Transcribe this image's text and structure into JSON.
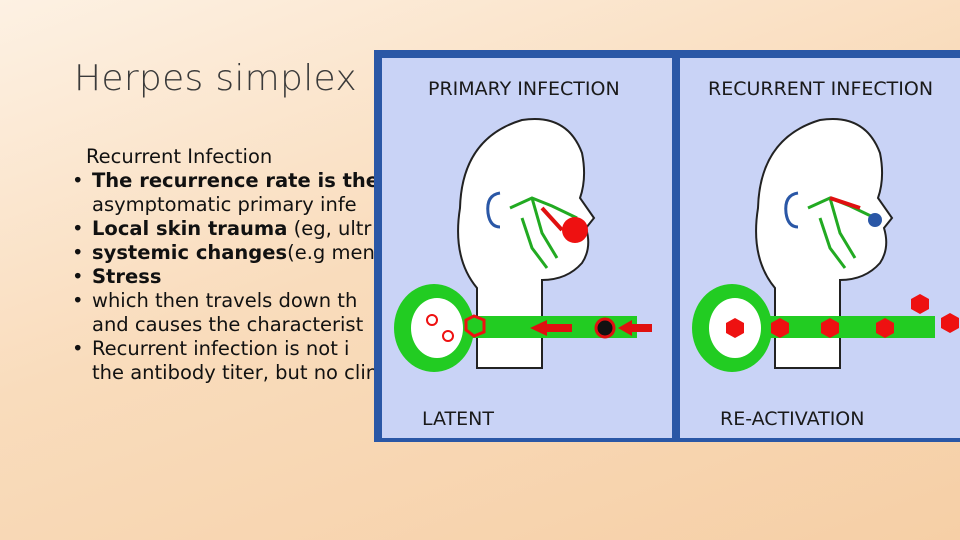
{
  "slide": {
    "title": "Herpes simplex",
    "subheading": "Recurrent Infection",
    "bullets": [
      {
        "bold": "The recurrence rate is the",
        "rest": "",
        "cont": "asymptomatic primary infe"
      },
      {
        "bold": "Local skin trauma",
        "rest": " (eg,  ultr",
        "cont": ""
      },
      {
        "bold": "systemic changes",
        "rest": "(e.g mens",
        "cont": ""
      },
      {
        "bold": "Stress",
        "rest": "",
        "cont": ""
      },
      {
        "bold": "",
        "rest": "which then travels down th",
        "cont": "and causes the characterist"
      },
      {
        "bold": "",
        "rest": " Recurrent infection is not i",
        "cont": "the antibody titer,  but no clinical evidence recurrence"
      }
    ]
  },
  "figure": {
    "left_title": "PRIMARY  INFECTION",
    "right_title": "RECURRENT  INFECTION",
    "left_caption": "LATENT",
    "right_caption": "RE-ACTIVATION",
    "colors": {
      "frame": "#2a57a6",
      "panel": "#c9d3f6",
      "nerve": "#22cc22",
      "arrow": "#e01010",
      "virus": "#ee1111"
    }
  }
}
